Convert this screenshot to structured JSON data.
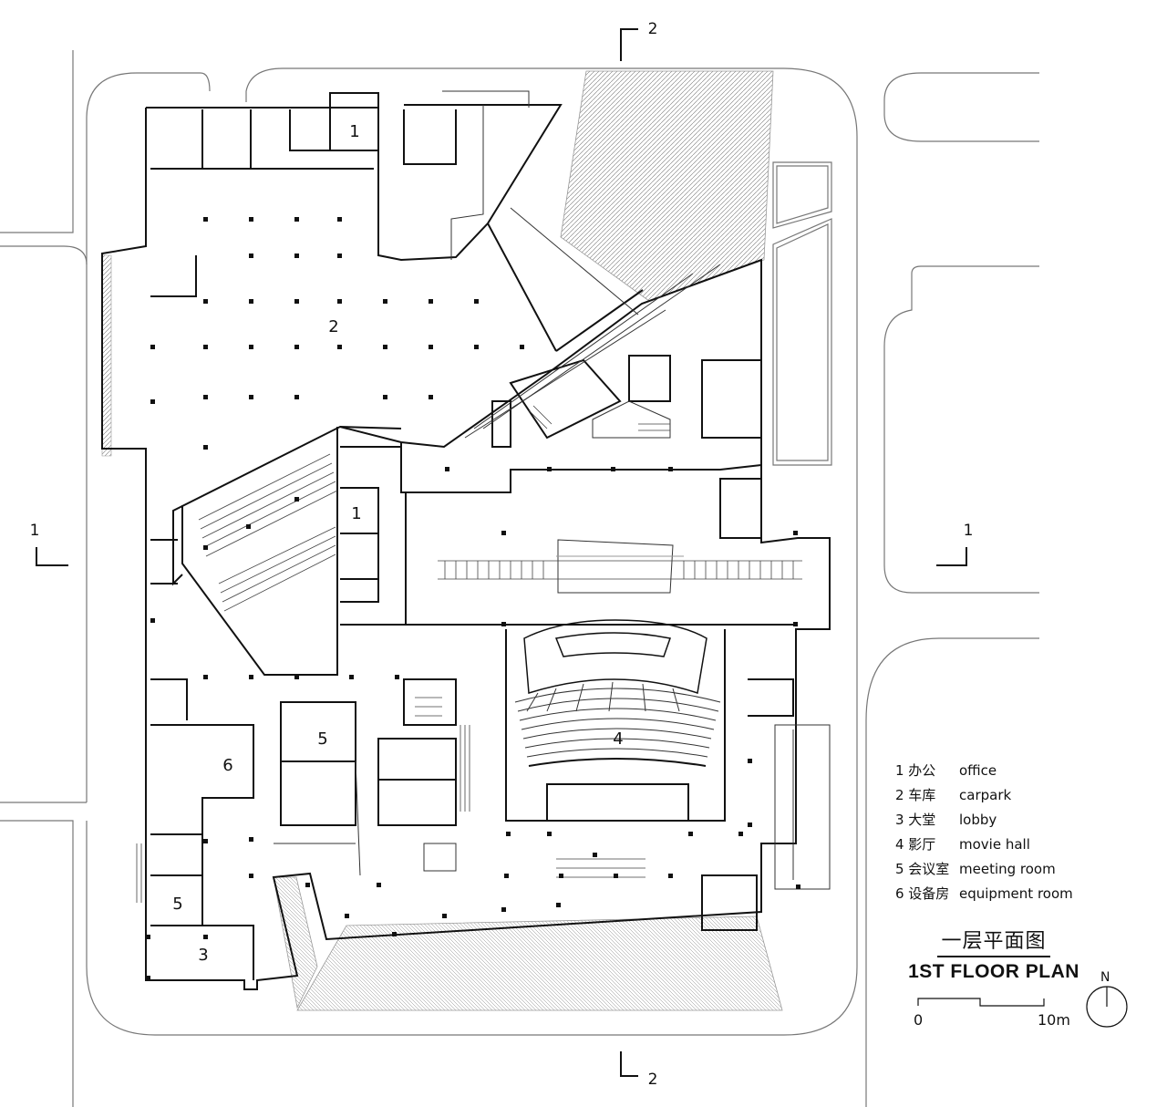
{
  "room_numbers": {
    "office_a": "1",
    "carpark": "2",
    "office_b": "1",
    "movie_hall": "4",
    "meeting_a": "5",
    "equipment": "6",
    "meeting_b": "5",
    "lobby": "3"
  },
  "section_marks": {
    "top": "2",
    "bottom": "2",
    "left": "1",
    "right": "1"
  },
  "legend": [
    {
      "zh": "1 办公",
      "en": "office"
    },
    {
      "zh": "2 车库",
      "en": "carpark"
    },
    {
      "zh": "3 大堂",
      "en": "lobby"
    },
    {
      "zh": "4 影厅",
      "en": "movie hall"
    },
    {
      "zh": "5 会议室",
      "en": "meeting room"
    },
    {
      "zh": "6 设备房",
      "en": "equipment room"
    }
  ],
  "title_zh": "一层平面图",
  "title_en": "1ST FLOOR PLAN",
  "scale": {
    "start": "0",
    "end": "10m"
  },
  "north": "N"
}
